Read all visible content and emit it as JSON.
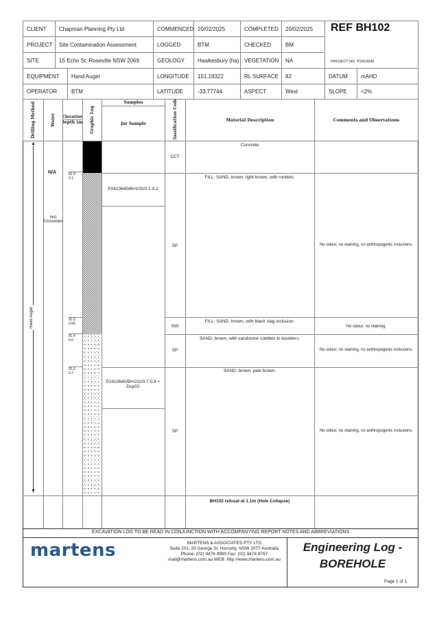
{
  "header": {
    "client_label": "CLIENT",
    "client": "Chapman Planning Pty Ltd",
    "project_label": "PROJECT",
    "project": "Site Contamination Assessment",
    "site_label": "SITE",
    "site": "15 Echo St, Roseville NSW 2069",
    "equipment_label": "EQUIPMENT",
    "equipment": "Hand Auger",
    "operator_label": "OPERATOR",
    "operator": "BTM",
    "commenced_label": "COMMENCED",
    "commenced": "20/02/2025",
    "logged_label": "LOGGED",
    "logged": "BTM",
    "geology_label": "GEOLOGY",
    "geology": "Hawkesbury (ha)",
    "longitude_label": "LONGITUDE",
    "longitude": "151.19322",
    "latitude_label": "LATITUDE",
    "latitude": "-33.77744",
    "completed_label": "COMPLETED",
    "completed": "20/02/2025",
    "checked_label": "CHECKED",
    "checked": "BM",
    "vegetation_label": "VEGETATION",
    "vegetation": "NA",
    "rl_label": "RL SURFACE",
    "rl": "82",
    "aspect_label": "ASPECT",
    "aspect": "West",
    "ref": "REF BH102",
    "project_no": "PROJECT NO. P2410640",
    "datum_label": "DATUM",
    "datum": "mAHD",
    "slope_label": "SLOPE",
    "slope": "<2%"
  },
  "columns": {
    "drilling": "Drilling Method",
    "water": "Water",
    "elevation": "Elevation",
    "depth": "Depth (m)",
    "graphic": "Graphic Log",
    "samples": "Samples",
    "jar": "Jar Sample",
    "class": "Classification Code",
    "material": "Material Description",
    "comments": "Comments and Observations"
  },
  "drilling_method": "Hand Auger",
  "water": {
    "na": "N/A",
    "status": "Not Encountere"
  },
  "layers": [
    {
      "code": "CCT",
      "material": "Concrete",
      "comment": ""
    },
    {
      "code": "SP",
      "material": "FILL: SAND, brown, light brown, with rootlets.",
      "comment": "No odour, no staining, no anthropogenic inclusions."
    },
    {
      "code": "SW",
      "material": "FILL: SAND, brown, with black slag inclusion.",
      "comment": "No odour, no staining."
    },
    {
      "code": "SP",
      "material": "SAND: brown, with sandstone cobbles to boulders.",
      "comment": "No odour, no staining, no anthropogenic inclusions."
    },
    {
      "code": "SP",
      "material": "SAND: brown, pale brown.",
      "comment": "No odour, no staining, no anthropogenic inclusions."
    }
  ],
  "depths": [
    {
      "rl": "81.9",
      "d": "0.1"
    },
    {
      "rl": "81.5",
      "d": "0.55"
    },
    {
      "rl": "81.4",
      "d": "0.6"
    },
    {
      "rl": "81.3",
      "d": "0.7"
    }
  ],
  "samples": [
    "P2410640/BH102/0.1-0.2",
    "P2410640/BH102/0.7-0.8 + Dup02"
  ],
  "refusal": "BH102 refusal at 1.1m (Hole Collapse)",
  "note": "EXCAVATION LOG TO BE READ IN CONJUNCTION WITH ACCOMPANYING REPORT NOTES AND ABBREVIATIONS",
  "company": {
    "logo": "martens",
    "name": "MARTENS & ASSOCIATES PTY LTD",
    "address": "Suite 201, 20 George St. Hornsby, NSW 2077 Australia",
    "phone": "Phone: (02) 9476 9999 Fax: (02) 9476 8767",
    "web": "mail@martens.com.au  WEB: http://www.martens.com.au"
  },
  "doc_title_1": "Engineering Log -",
  "doc_title_2": "BOREHOLE",
  "page": "Page 1 of 1"
}
